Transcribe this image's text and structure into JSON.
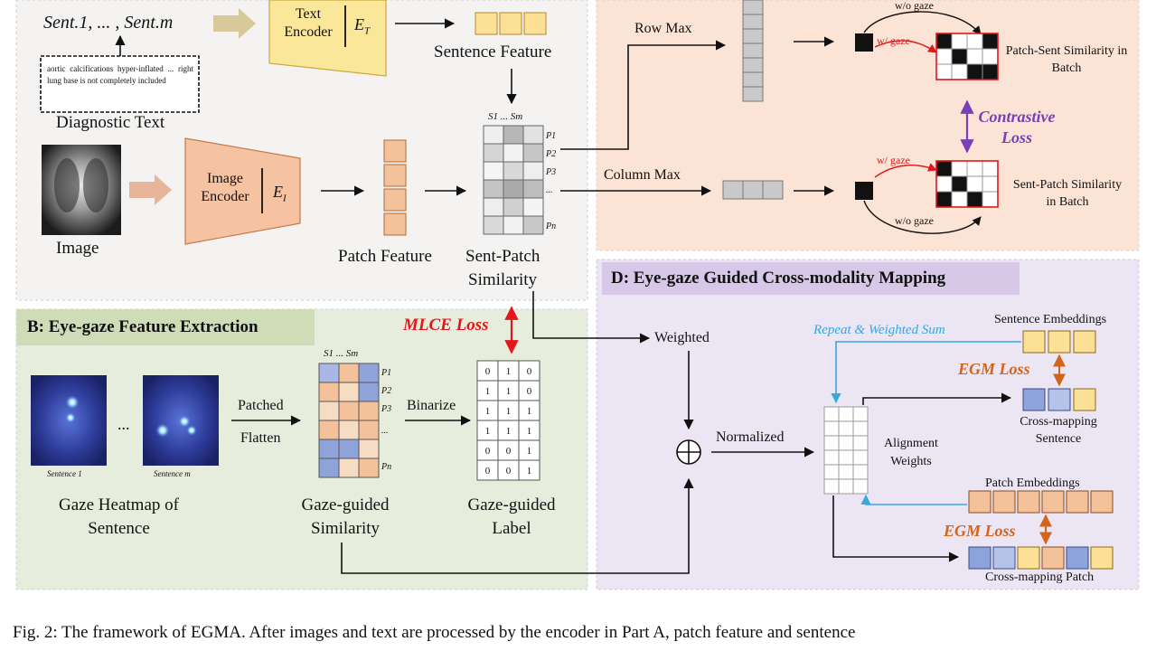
{
  "colors": {
    "panel_a": "#f4f3f1",
    "panel_b": "#e7eddc",
    "panel_c": "#fbe4d5",
    "panel_d": "#ece5f4",
    "text_encoder": "#fbe79a",
    "image_encoder": "#f6c3a2",
    "feature_yellow": "#fbe096",
    "feature_orange": "#f3c29b",
    "feature_blue": "#8ea3d9",
    "red": "#e3161b",
    "purple": "#7b3fb5",
    "orange_loss": "#d3641a",
    "cyan": "#38a8de"
  },
  "panel_a": {
    "sentences_label": "Sent.1, ... , Sent.m",
    "diagnostic_snippet": "aortic calcifications hyper-inflated ... right lung base is not completely included",
    "diagnostic_text_label": "Diagnostic Text",
    "text_encoder_label": "Text Encoder",
    "text_encoder_symbol": "E",
    "text_encoder_sub": "T",
    "sentence_feature_label": "Sentence Feature",
    "image_label": "Image",
    "image_encoder_label": "Image Encoder",
    "image_encoder_symbol": "E",
    "image_encoder_sub": "I",
    "patch_feature_label": "Patch Feature",
    "matrix_top_label": "S1 ... Sm",
    "matrix_rows": [
      "P1",
      "P2",
      "P3",
      "...",
      "Pn"
    ],
    "sent_patch_label": "Sent-Patch",
    "similarity_label": "Similarity"
  },
  "panel_b": {
    "title": "B: Eye-gaze Feature Extraction",
    "mlce_loss": "MLCE Loss",
    "sentence_1": "Sentence 1",
    "sentence_m": "Sentence m",
    "ellipsis": "...",
    "heatmap_label": "Gaze Heatmap of Sentence",
    "patched": "Patched",
    "flatten": "Flatten",
    "matrix_top_label": "S1 ... Sm",
    "matrix_rows": [
      "P1",
      "P2",
      "P3",
      "...",
      "Pn"
    ],
    "gaze_similarity_label": "Gaze-guided Similarity",
    "binarize": "Binarize",
    "binary_label": [
      [
        "0",
        "1",
        "0"
      ],
      [
        "1",
        "1",
        "0"
      ],
      [
        "1",
        "1",
        "1"
      ],
      [
        "1",
        "1",
        "1"
      ],
      [
        "0",
        "0",
        "1"
      ],
      [
        "0",
        "0",
        "1"
      ]
    ],
    "gaze_label_label": "Gaze-guided Label"
  },
  "panel_c": {
    "row_max": "Row Max",
    "column_max": "Column Max",
    "wo_gaze_1": "w/o gaze",
    "w_gaze_1": "w/ gaze",
    "patch_sent_label": "Patch-Sent Similarity in Batch",
    "contrastive_loss": "Contrastive Loss",
    "w_gaze_2": "w/ gaze",
    "wo_gaze_2": "w/o gaze",
    "sent_patch_batch_label": "Sent-Patch Similarity in Batch"
  },
  "panel_d": {
    "title": "D: Eye-gaze Guided Cross-modality Mapping",
    "weighted": "Weighted",
    "normalized": "Normalized",
    "oplus": "⊕",
    "repeat_weighted_sum": "Repeat & Weighted Sum",
    "sentence_embeddings": "Sentence Embeddings",
    "egm_loss_1": "EGM Loss",
    "cross_mapping_sentence": "Cross-mapping Sentence",
    "alignment_weights": "Alignment Weights",
    "patch_embeddings": "Patch Embeddings",
    "egm_loss_2": "EGM Loss",
    "cross_mapping_patch": "Cross-mapping Patch"
  },
  "caption": "Fig. 2: The framework of EGMA. After images and text are processed by the encoder in Part A, patch feature and sentence"
}
